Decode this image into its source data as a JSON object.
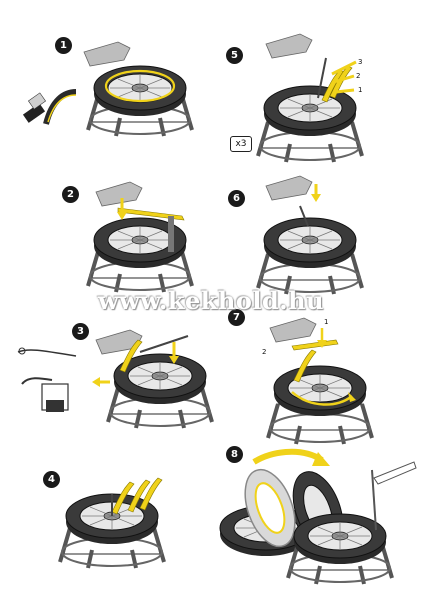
{
  "watermark": "www.kekhold.hu",
  "steps": [
    {
      "number": "1"
    },
    {
      "number": "2"
    },
    {
      "number": "3"
    },
    {
      "number": "4"
    },
    {
      "number": "5"
    },
    {
      "number": "6"
    },
    {
      "number": "7"
    },
    {
      "number": "8"
    }
  ],
  "step5_labels": {
    "l1": "1",
    "l2": "2",
    "l3": "3"
  },
  "step7_labels": {
    "l1": "1",
    "l2": "2"
  },
  "repeat_badge": "x3",
  "colors": {
    "accent": "#f0d21a",
    "ink": "#1a1a1a",
    "stand": "#e6e6e6",
    "tire": "#2a2a2a"
  }
}
